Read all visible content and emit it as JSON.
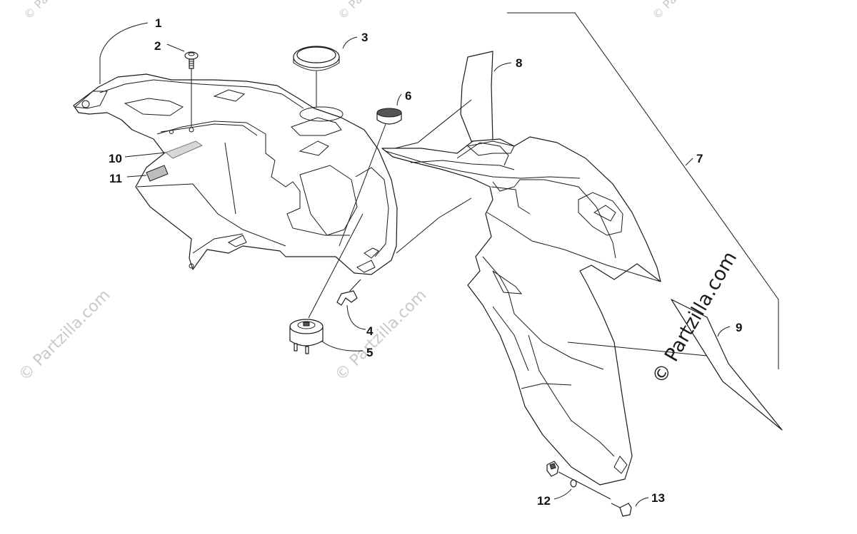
{
  "watermark": {
    "text": "© Partzilla.com",
    "prominent_text": "© Partzilla.com",
    "color": "#c9c9c9"
  },
  "callouts": [
    {
      "label": "1"
    },
    {
      "label": "2"
    },
    {
      "label": "3"
    },
    {
      "label": "4"
    },
    {
      "label": "5"
    },
    {
      "label": "6"
    },
    {
      "label": "7"
    },
    {
      "label": "8"
    },
    {
      "label": "9"
    },
    {
      "label": "10"
    },
    {
      "label": "11"
    },
    {
      "label": "12"
    },
    {
      "label": "13"
    }
  ]
}
